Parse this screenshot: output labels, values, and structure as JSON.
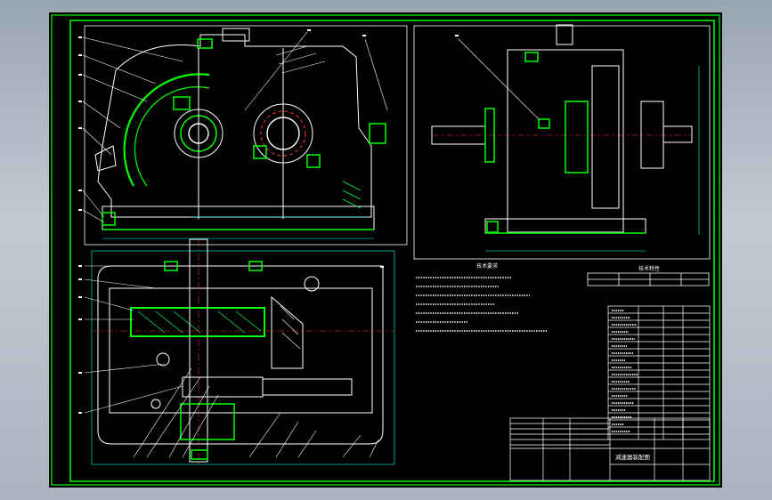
{
  "drawing": {
    "colors": {
      "background": "#000000",
      "border": "#00ff00",
      "outline": "#ffffff",
      "section": "#00ff00",
      "centerline": "#ff3030",
      "dimension": "#00ffff",
      "hatch": "#00ff66"
    },
    "labels": {
      "tech_req_title": "技术要求",
      "param_table_title": "技术特性",
      "title_block_name": "减速器装配图"
    }
  }
}
